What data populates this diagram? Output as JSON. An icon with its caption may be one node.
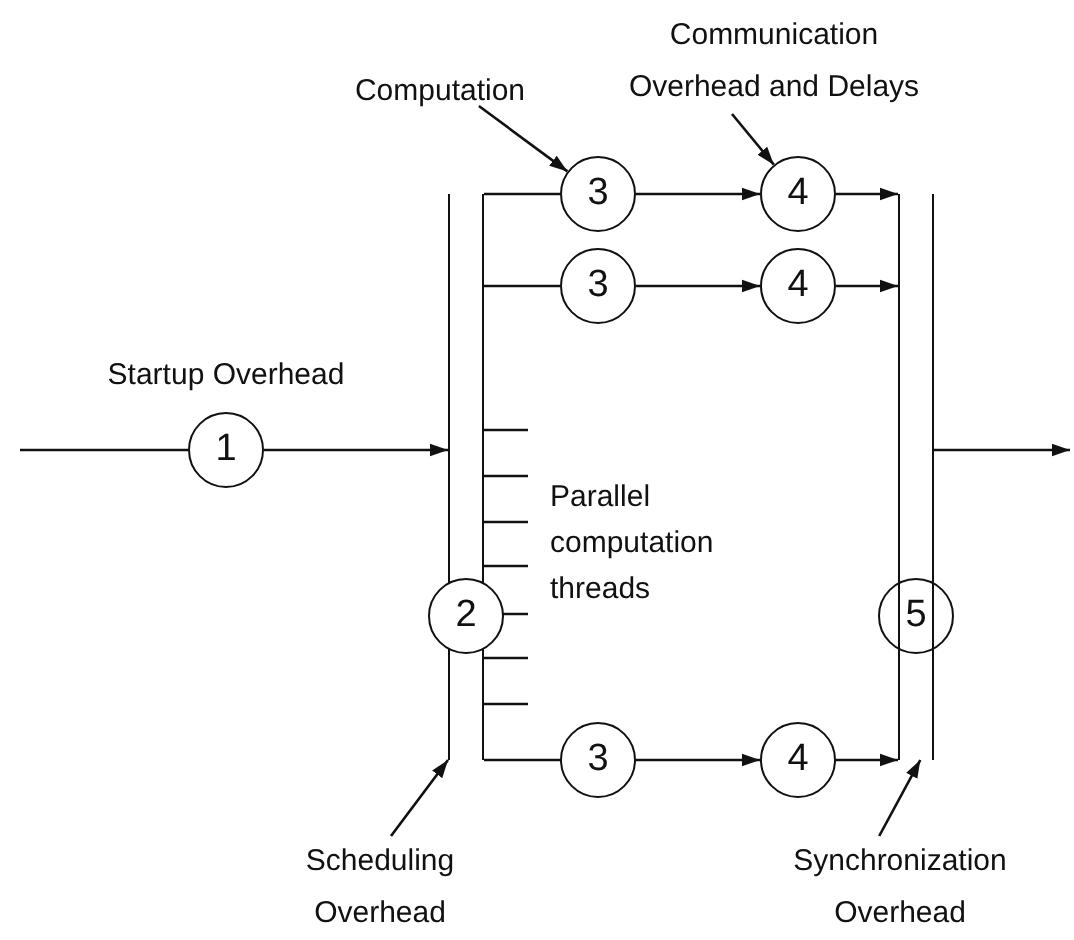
{
  "diagram": {
    "nodes": [
      {
        "text": [
          "Computation"
        ]
      },
      {
        "text": [
          "Communication Overhead and Delays"
        ]
      },
      {
        "text": [
          "1"
        ],
        "beside": [
          "Startup Overhead"
        ]
      },
      {
        "text": [],
        "shape": "bar"
      },
      {
        "text": [
          "3"
        ]
      },
      {
        "text": [
          "4"
        ]
      },
      {
        "text": [
          "3"
        ]
      },
      {
        "text": [
          "4"
        ]
      },
      {
        "text": [
          "2"
        ]
      },
      {
        "text": [
          "5"
        ]
      },
      {
        "text": [],
        "shape": "bar"
      },
      {
        "text": [
          "3"
        ]
      },
      {
        "text": [
          "4"
        ]
      },
      {
        "text": [
          "Scheduling Overhead"
        ]
      },
      {
        "text": [
          "Synchronization Overhead"
        ]
      }
    ],
    "edges": [
      {
        "from": 0,
        "to": 4,
        "arrow": "to"
      },
      {
        "from": 1,
        "to": 5,
        "arrow": "to"
      },
      {
        "from": null,
        "to": 2,
        "arrow": "none"
      },
      {
        "from": 2,
        "to": 3,
        "arrow": "to"
      },
      {
        "from": 3,
        "to": 4,
        "arrow": "none"
      },
      {
        "from": 4,
        "to": 5,
        "arrow": "to"
      },
      {
        "from": 5,
        "to": 10,
        "arrow": "to"
      },
      {
        "from": 3,
        "to": 6,
        "arrow": "none"
      },
      {
        "from": 6,
        "to": 7,
        "arrow": "to"
      },
      {
        "from": 7,
        "to": 10,
        "arrow": "to"
      },
      {
        "from": 3,
        "to": 11,
        "arrow": "none"
      },
      {
        "from": 11,
        "to": 12,
        "arrow": "to"
      },
      {
        "from": 12,
        "to": 10,
        "arrow": "to"
      },
      {
        "from": 10,
        "to": null,
        "arrow": "to"
      },
      {
        "from": 13,
        "to": 3,
        "arrow": "to"
      },
      {
        "from": 14,
        "to": 10,
        "arrow": "to"
      }
    ],
    "labels": [
      "Parallel computation threads"
    ]
  }
}
